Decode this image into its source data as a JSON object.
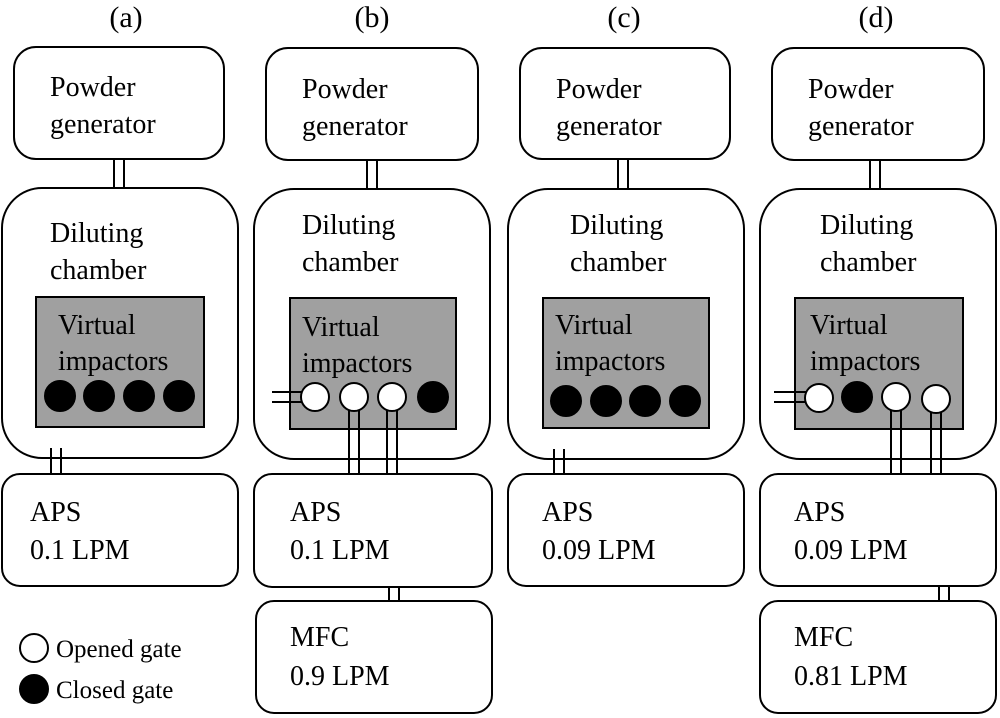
{
  "colors": {
    "line": "#000000",
    "background": "#ffffff",
    "impactor_fill": "#a0a0a0",
    "open_gate": "#ffffff",
    "closed_gate": "#000000"
  },
  "panels": [
    {
      "label": "(a)",
      "generator": {
        "line1": "Powder",
        "line2": "generator"
      },
      "chamber": {
        "line1": "Diluting",
        "line2": "chamber"
      },
      "impactors": {
        "line1": "Virtual",
        "line2": "impactors"
      },
      "gates": [
        "closed",
        "closed",
        "closed",
        "closed"
      ],
      "aps": {
        "line1": "APS",
        "line2": "0.1 LPM"
      }
    },
    {
      "label": "(b)",
      "generator": {
        "line1": "Powder",
        "line2": "generator"
      },
      "chamber": {
        "line1": "Diluting",
        "line2": "chamber"
      },
      "impactors": {
        "line1": "Virtual",
        "line2": "impactors"
      },
      "gates": [
        "open",
        "open",
        "open",
        "closed"
      ],
      "aps": {
        "line1": "APS",
        "line2": "0.1 LPM"
      },
      "mfc": {
        "line1": "MFC",
        "line2": "0.9 LPM"
      }
    },
    {
      "label": "(c)",
      "generator": {
        "line1": "Powder",
        "line2": "generator"
      },
      "chamber": {
        "line1": "Diluting",
        "line2": "chamber"
      },
      "impactors": {
        "line1": "Virtual",
        "line2": "impactors"
      },
      "gates": [
        "closed",
        "closed",
        "closed",
        "closed"
      ],
      "aps": {
        "line1": "APS",
        "line2": "0.09 LPM"
      }
    },
    {
      "label": "(d)",
      "generator": {
        "line1": "Powder",
        "line2": "generator"
      },
      "chamber": {
        "line1": "Diluting",
        "line2": "chamber"
      },
      "impactors": {
        "line1": "Virtual",
        "line2": "impactors"
      },
      "gates": [
        "open",
        "closed",
        "open",
        "open"
      ],
      "aps": {
        "line1": "APS",
        "line2": "0.09 LPM"
      },
      "mfc": {
        "line1": "MFC",
        "line2": "0.81 LPM"
      }
    }
  ],
  "legend": {
    "opened": "Opened gate",
    "closed": "Closed gate"
  }
}
